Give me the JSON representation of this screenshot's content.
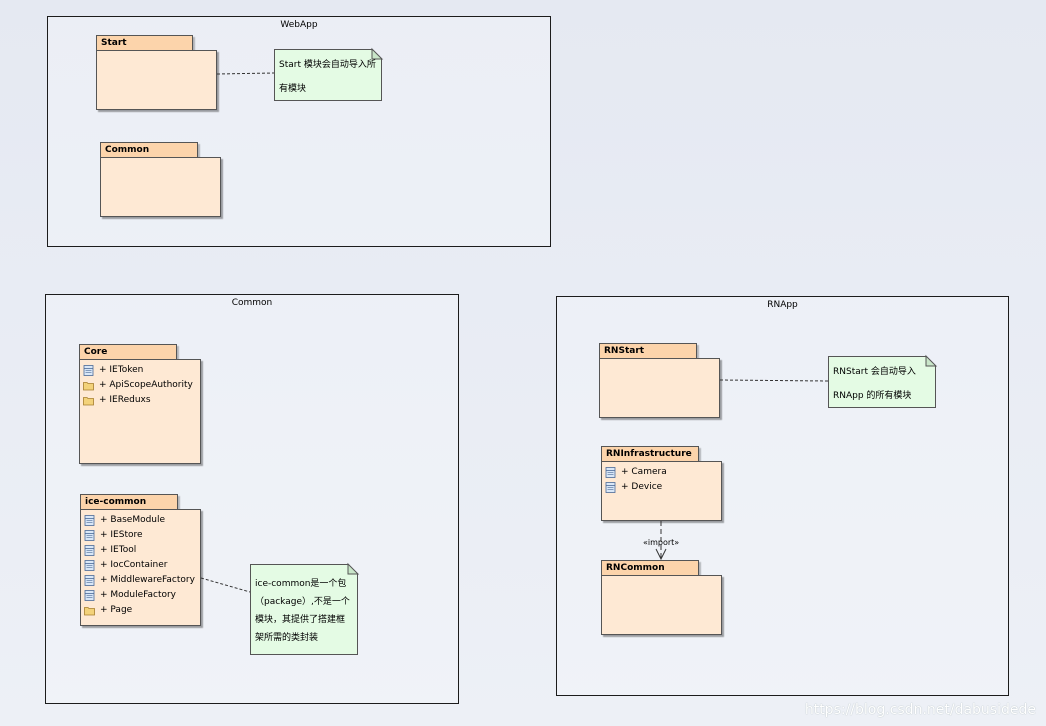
{
  "frames": {
    "webapp": "WebApp",
    "common": "Common",
    "rnapp": "RNApp"
  },
  "packages": {
    "start": "Start",
    "common": "Common",
    "core": {
      "name": "Core",
      "members": [
        "+ IEToken",
        "+ ApiScopeAuthority",
        "+ IEReduxs"
      ],
      "icons": [
        "class-icon",
        "folder-icon",
        "folder-icon"
      ]
    },
    "ice_common": {
      "name": "ice-common",
      "members": [
        "+ BaseModule",
        "+ IEStore",
        "+ IETool",
        "+ IocContainer",
        "+ MiddlewareFactory",
        "+ ModuleFactory",
        "+ Page"
      ],
      "icons": [
        "class-icon",
        "class-icon",
        "class-icon",
        "class-icon",
        "class-icon",
        "class-icon",
        "folder-icon"
      ]
    },
    "rnstart": "RNStart",
    "rninfra": {
      "name": "RNInfrastructure",
      "members": [
        "+ Camera",
        "+ Device"
      ],
      "icons": [
        "class-icon",
        "class-icon"
      ]
    },
    "rncommon": "RNCommon"
  },
  "notes": {
    "start_note": "Start 模块会自动导入所有模块",
    "ice_note": "ice-common是一个包（package）,不是一个模块，其提供了搭建框架所需的类封装",
    "rnstart_note": "RNStart 会自动导入RNApp 的所有模块"
  },
  "dependency_label": "«import»",
  "watermark": "https://blog.csdn.net/dabusidede",
  "colors": {
    "package_tab": "#fcd4ab",
    "package_body": "#fee9d4",
    "note": "#e4fbe4"
  }
}
